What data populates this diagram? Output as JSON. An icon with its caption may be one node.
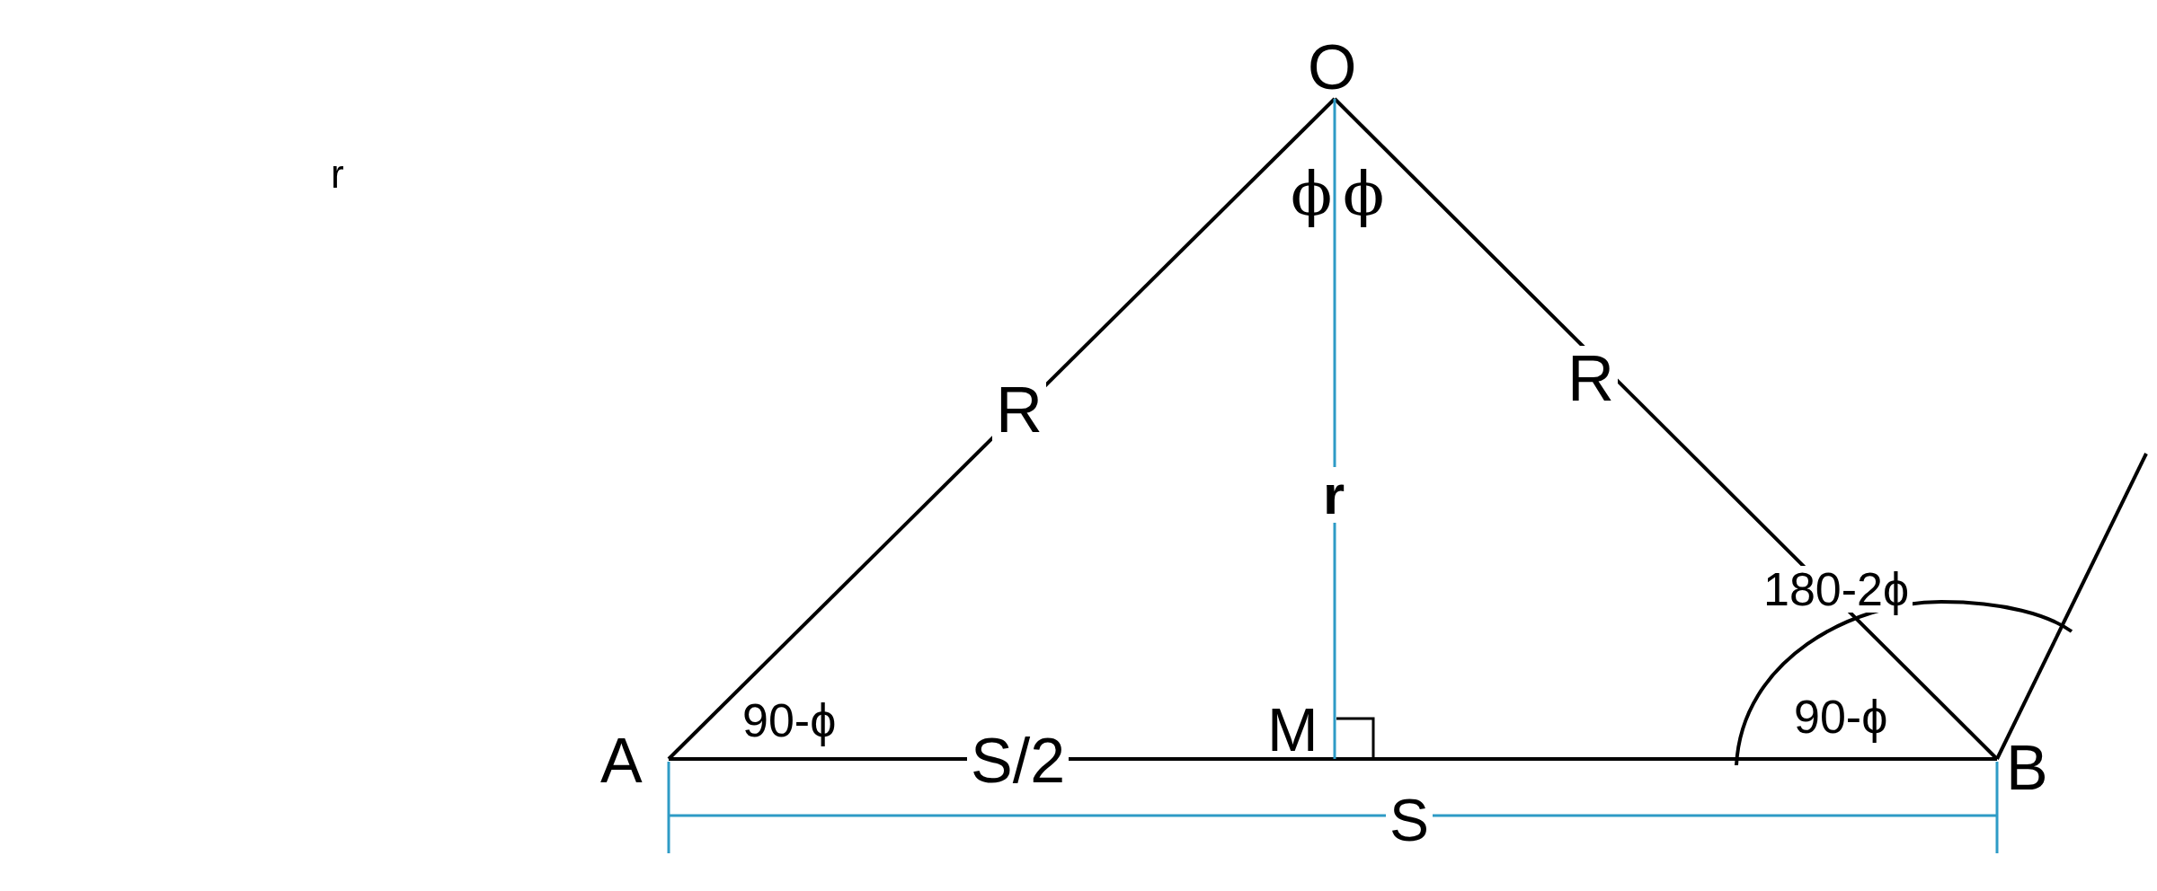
{
  "diagram": {
    "nodes": [
      {
        "text": [
          "O"
        ]
      },
      {
        "text": [
          "A"
        ]
      },
      {
        "text": [
          "M"
        ]
      },
      {
        "text": [
          "B"
        ]
      }
    ],
    "edges": [
      {
        "from": 0,
        "to": 1,
        "arrow": "none",
        "label": "R"
      },
      {
        "from": 0,
        "to": 3,
        "arrow": "none",
        "label": "R"
      },
      {
        "from": 1,
        "to": 2,
        "arrow": "none",
        "label": "S/2"
      },
      {
        "from": 2,
        "to": 3,
        "arrow": "none"
      },
      {
        "from": 0,
        "to": 2,
        "arrow": "none",
        "label": "r",
        "color": "#2e9bc6"
      },
      {
        "from": 3,
        "to": null,
        "arrow": "none"
      }
    ],
    "labels": [
      "r",
      "ϕ",
      "ϕ",
      "180-2ϕ",
      "90-ϕ",
      "90-ϕ",
      "S"
    ]
  }
}
